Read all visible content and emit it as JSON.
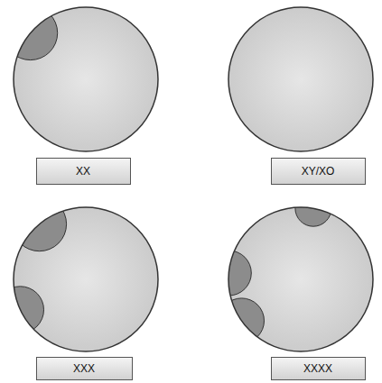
{
  "diagram": {
    "nodes": [
      {
        "text": [
          "XX"
        ]
      },
      {
        "text": [
          "XY/XO"
        ]
      },
      {
        "text": [
          "XXX"
        ]
      },
      {
        "text": [
          "XXXX"
        ]
      }
    ]
  }
}
